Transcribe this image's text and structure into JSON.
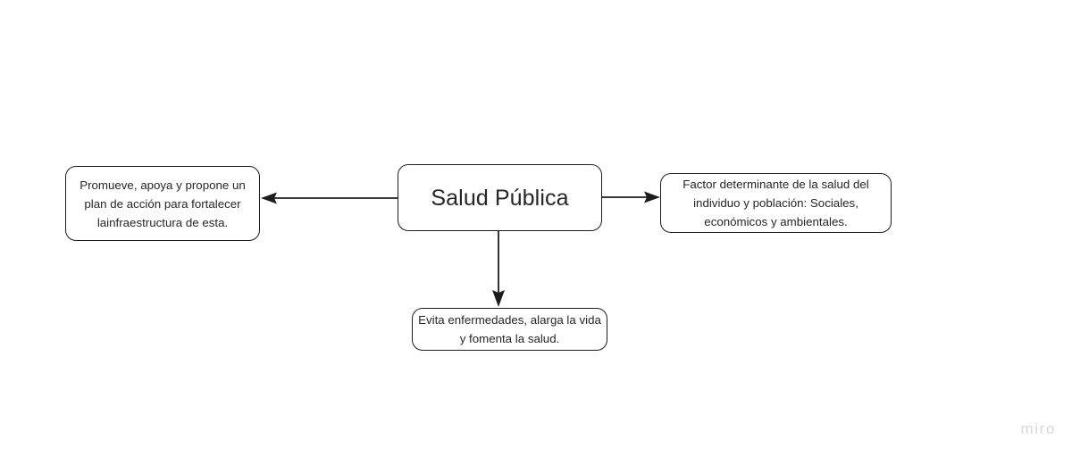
{
  "diagram": {
    "type": "mind-map",
    "background_color": "#ffffff",
    "stroke_color": "#1d1d1d",
    "text_color": "#262626",
    "central_node": {
      "id": "salud-publica",
      "label": "Salud Pública"
    },
    "branches": [
      {
        "id": "promueve",
        "direction": "left",
        "label": "Promueve, apoya y propone un plan de acción para fortalecer lainfraestructura  de esta.",
        "arrow": "arrow-left"
      },
      {
        "id": "factor-determinante",
        "direction": "right",
        "label": "Factor determinante de la salud del individuo y población: Sociales, económicos y ambientales.",
        "arrow": "arrow-right"
      },
      {
        "id": "evita-enfermedades",
        "direction": "down",
        "label": "Evita enfermedades, alarga la vida y fomenta la salud.",
        "arrow": "arrow-down"
      }
    ]
  },
  "watermark": {
    "label": "miro",
    "color": "#d8d8dc"
  }
}
